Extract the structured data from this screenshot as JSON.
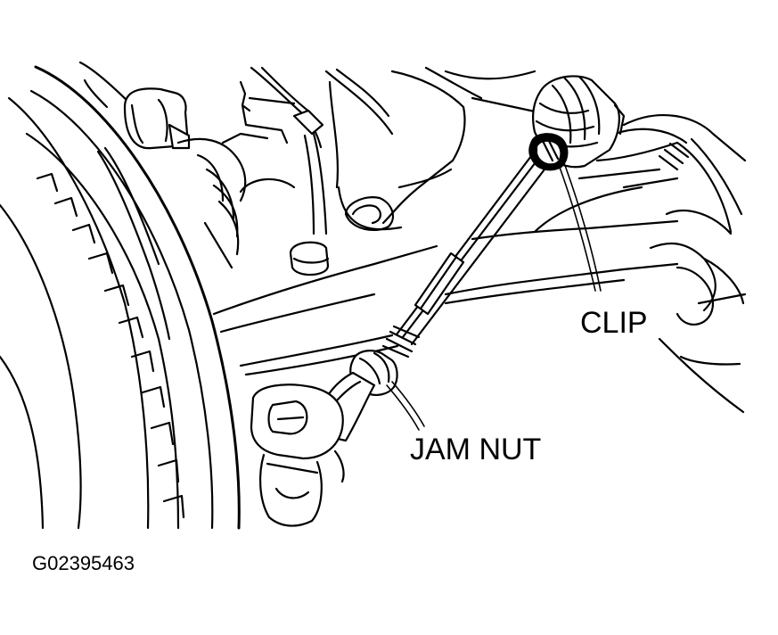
{
  "figure": {
    "callouts": {
      "clip": "CLIP",
      "jam_nut": "JAM NUT"
    },
    "figure_id": "G02395463"
  },
  "colors": {
    "line": "#000000",
    "background": "#ffffff"
  }
}
